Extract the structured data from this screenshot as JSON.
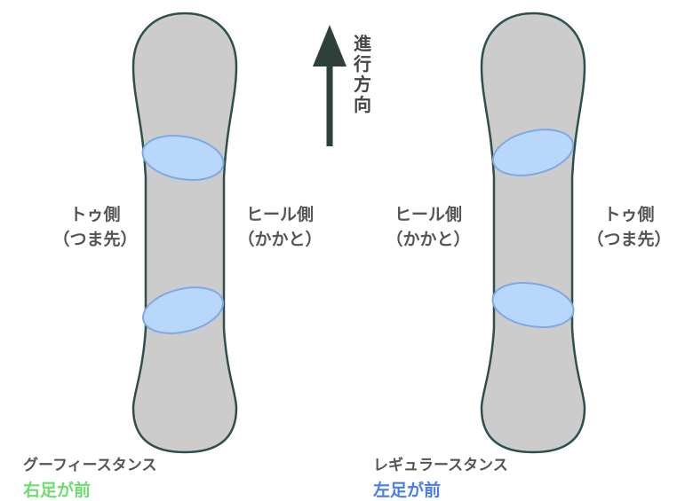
{
  "direction": {
    "label": "進行方向"
  },
  "goofy": {
    "title": "グーフィースタンス",
    "subtitle": "右足が前",
    "subtitle_color": "#6fdc6f",
    "left_label_1": "トゥ側",
    "left_label_2": "（つま先）",
    "right_label_1": "ヒール側",
    "right_label_2": "（かかと）"
  },
  "regular": {
    "title": "レギュラースタンス",
    "subtitle": "左足が前",
    "subtitle_color": "#4a7ee0",
    "left_label_1": "ヒール側",
    "left_label_2": "（かかと）",
    "right_label_1": "トゥ側",
    "right_label_2": "（つま先）"
  },
  "colors": {
    "board_fill": "#cccccc",
    "board_stroke": "#2f4f4f",
    "binding_fill": "#b9d7fa",
    "binding_stroke": "#7fa8e6",
    "arrow": "#2f3f3a"
  }
}
